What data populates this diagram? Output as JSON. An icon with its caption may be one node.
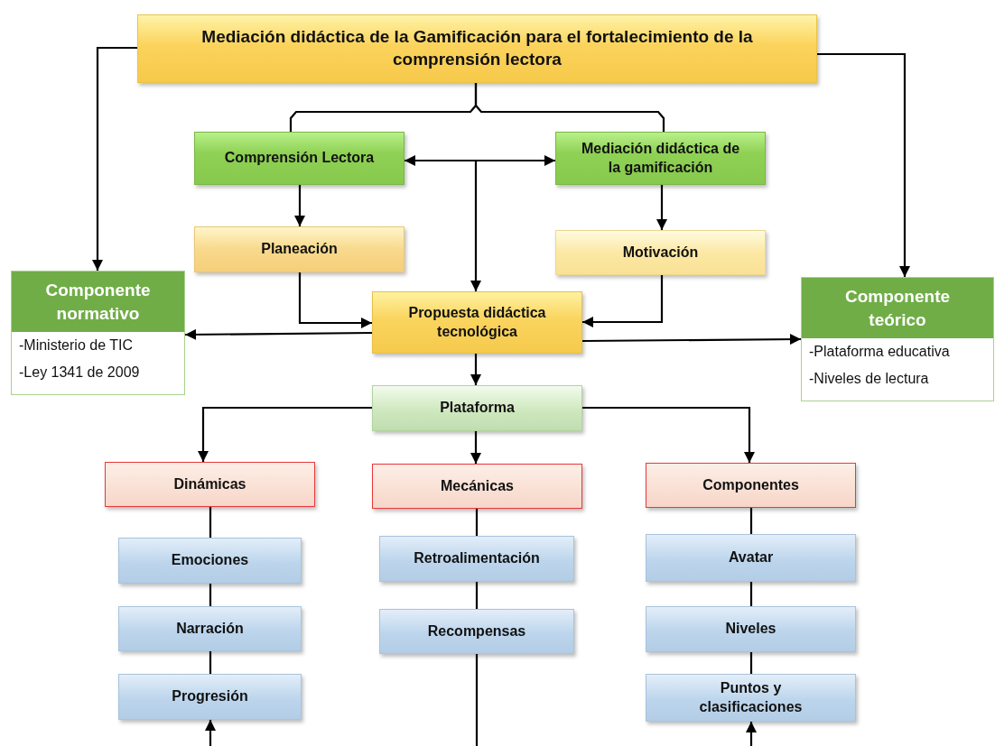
{
  "diagram": {
    "nodes": [
      {
        "text": [
          "Mediación didáctica de la Gamificación para el fortalecimiento de la comprensión lectora"
        ]
      },
      {
        "text": [
          "Comprensión Lectora"
        ]
      },
      {
        "text": [
          "Mediación didáctica de la gamificación"
        ]
      },
      {
        "text": [
          "Planeación"
        ]
      },
      {
        "text": [
          "Motivación"
        ]
      },
      {
        "text": [
          "Componente normativo",
          "-Ministerio de TIC",
          "-Ley 1341 de 2009"
        ]
      },
      {
        "text": [
          "Componente teórico",
          "-Plataforma educativa",
          "-Niveles de lectura"
        ]
      },
      {
        "text": [
          "Propuesta didáctica tecnológica"
        ]
      },
      {
        "text": [
          "Plataforma"
        ]
      },
      {
        "text": [
          "Dinámicas"
        ]
      },
      {
        "text": [
          "Mecánicas"
        ]
      },
      {
        "text": [
          "Componentes"
        ]
      },
      {
        "text": [
          "Emociones"
        ]
      },
      {
        "text": [
          "Narración"
        ]
      },
      {
        "text": [
          "Progresión"
        ]
      },
      {
        "text": [
          "Retroalimentación"
        ]
      },
      {
        "text": [
          "Recompensas"
        ]
      },
      {
        "text": [
          "Avatar"
        ]
      },
      {
        "text": [
          "Niveles"
        ]
      },
      {
        "text": [
          "Puntos y clasificaciones"
        ]
      }
    ],
    "edges": [
      {
        "from": 0,
        "to": 5,
        "arrow": "to"
      },
      {
        "from": 0,
        "to": 6,
        "arrow": "to"
      },
      {
        "from": 0,
        "to": 1,
        "arrow": "none"
      },
      {
        "from": 0,
        "to": 2,
        "arrow": "none"
      },
      {
        "from": 1,
        "to": 2,
        "arrow": "both"
      },
      {
        "from": null,
        "to": 7,
        "arrow": "to"
      },
      {
        "from": 1,
        "to": 3,
        "arrow": "to"
      },
      {
        "from": 2,
        "to": 4,
        "arrow": "to"
      },
      {
        "from": 3,
        "to": 7,
        "arrow": "to"
      },
      {
        "from": 4,
        "to": 7,
        "arrow": "to"
      },
      {
        "from": 7,
        "to": 5,
        "arrow": "to"
      },
      {
        "from": 7,
        "to": 6,
        "arrow": "to"
      },
      {
        "from": 7,
        "to": 8,
        "arrow": "to"
      },
      {
        "from": 8,
        "to": 9,
        "arrow": "to"
      },
      {
        "from": 8,
        "to": 10,
        "arrow": "to"
      },
      {
        "from": 8,
        "to": 11,
        "arrow": "to"
      },
      {
        "from": 9,
        "to": 12,
        "arrow": "none"
      },
      {
        "from": 12,
        "to": 13,
        "arrow": "none"
      },
      {
        "from": 13,
        "to": 14,
        "arrow": "none"
      },
      {
        "from": null,
        "to": 14,
        "arrow": "to"
      },
      {
        "from": 10,
        "to": 15,
        "arrow": "none"
      },
      {
        "from": 15,
        "to": 16,
        "arrow": "none"
      },
      {
        "from": 16,
        "to": null,
        "arrow": "none"
      },
      {
        "from": 11,
        "to": 17,
        "arrow": "none"
      },
      {
        "from": 17,
        "to": 18,
        "arrow": "none"
      },
      {
        "from": 18,
        "to": 19,
        "arrow": "none"
      },
      {
        "from": null,
        "to": 19,
        "arrow": "to"
      }
    ]
  }
}
